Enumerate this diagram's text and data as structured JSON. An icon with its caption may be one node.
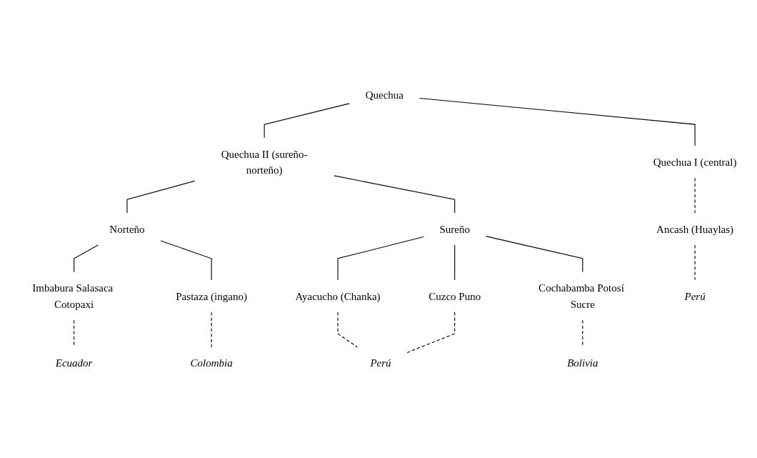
{
  "diagram": {
    "nodes": [
      {
        "text": [
          "Quechua"
        ]
      },
      {
        "text": [
          "Quechua I (central)"
        ]
      },
      {
        "text": [
          "Quechua II (sureño-norteño)"
        ]
      },
      {
        "text": [
          "Ancash (Huaylas)"
        ]
      },
      {
        "text": [
          "Norteño"
        ]
      },
      {
        "text": [
          "Sureño"
        ]
      },
      {
        "text": [
          "Imbabura Salasaca Cotopaxi"
        ]
      },
      {
        "text": [
          "Pastaza (ingano)"
        ]
      },
      {
        "text": [
          "Ayacucho (Chanka)"
        ]
      },
      {
        "text": [
          "Cuzco Puno"
        ]
      },
      {
        "text": [
          "Cochabamba Potosí Sucre"
        ]
      },
      {
        "text": [
          "Perú"
        ]
      },
      {
        "text": [
          "Ecuador"
        ]
      },
      {
        "text": [
          "Colombia"
        ]
      },
      {
        "text": [
          "Perú"
        ]
      },
      {
        "text": [
          "Bolivia"
        ]
      }
    ],
    "edges": [
      {
        "from": 0,
        "to": 1,
        "arrow": "none"
      },
      {
        "from": 0,
        "to": 2,
        "arrow": "none"
      },
      {
        "from": 1,
        "to": 3,
        "arrow": "none",
        "style": "dashed"
      },
      {
        "from": 3,
        "to": 11,
        "arrow": "none",
        "style": "dashed"
      },
      {
        "from": 2,
        "to": 4,
        "arrow": "none"
      },
      {
        "from": 2,
        "to": 5,
        "arrow": "none"
      },
      {
        "from": 4,
        "to": 6,
        "arrow": "none"
      },
      {
        "from": 4,
        "to": 7,
        "arrow": "none"
      },
      {
        "from": 5,
        "to": 8,
        "arrow": "none"
      },
      {
        "from": 5,
        "to": 9,
        "arrow": "none"
      },
      {
        "from": 5,
        "to": 10,
        "arrow": "none"
      },
      {
        "from": 6,
        "to": 12,
        "arrow": "none",
        "style": "dashed"
      },
      {
        "from": 7,
        "to": 13,
        "arrow": "none",
        "style": "dashed"
      },
      {
        "from": 8,
        "to": 14,
        "arrow": "none",
        "style": "dashed"
      },
      {
        "from": 9,
        "to": 14,
        "arrow": "none",
        "style": "dashed"
      },
      {
        "from": 10,
        "to": 15,
        "arrow": "none",
        "style": "dashed"
      }
    ]
  }
}
